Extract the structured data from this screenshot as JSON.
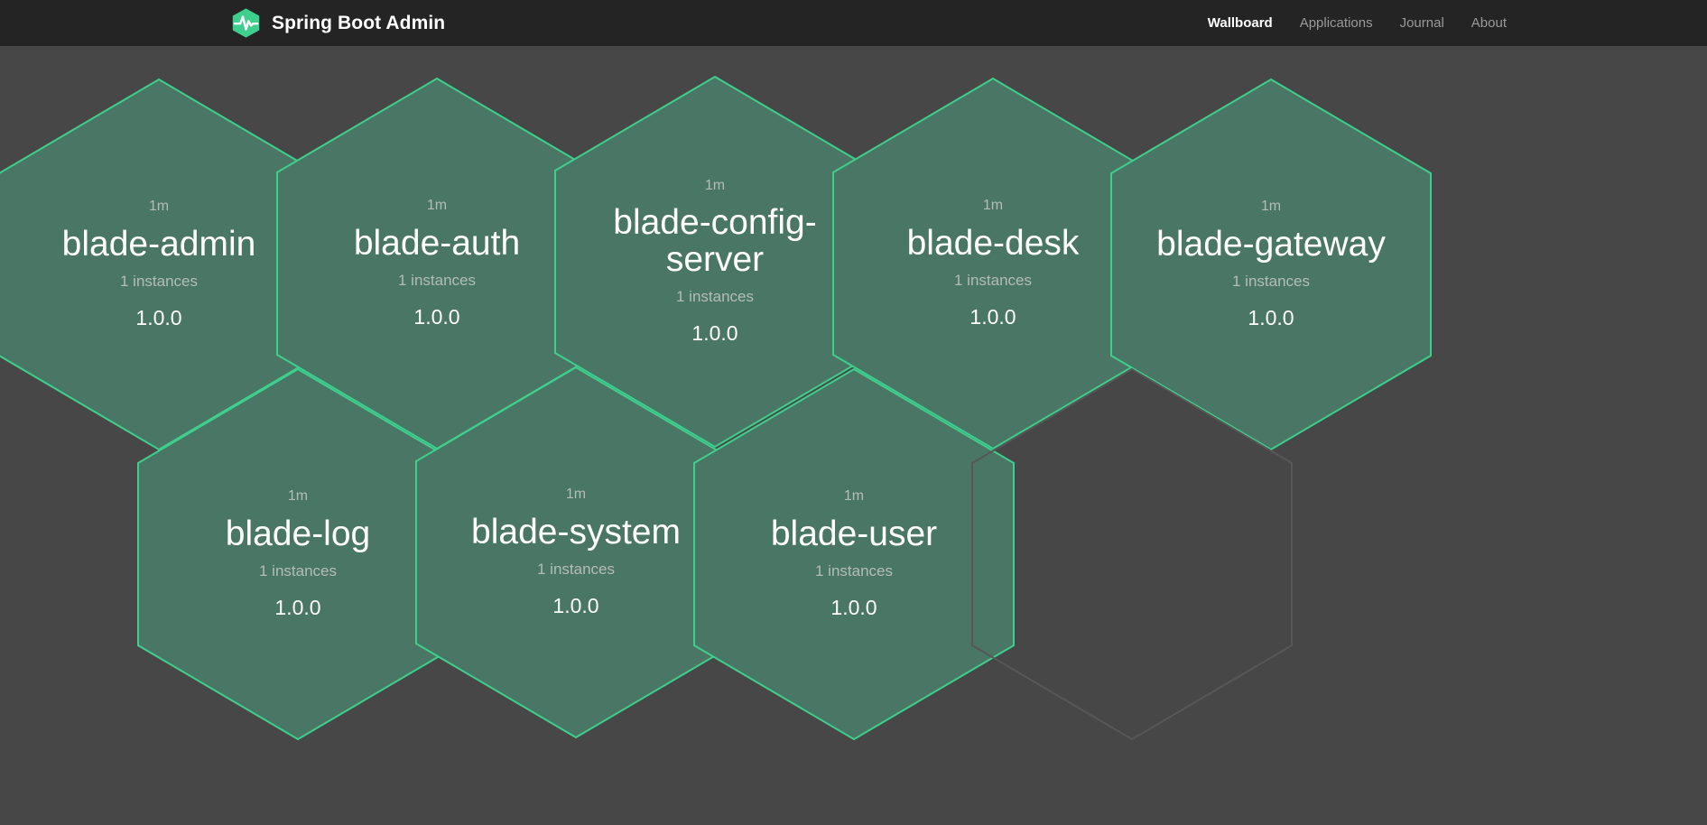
{
  "header": {
    "brand_title": "Spring Boot Admin",
    "logo_icon": "heartbeat-hexagon-logo",
    "logo_color": "#3ecf8e",
    "background": "#242424",
    "nav": [
      {
        "label": "Wallboard",
        "active": true
      },
      {
        "label": "Applications",
        "active": false
      },
      {
        "label": "Journal",
        "active": false
      },
      {
        "label": "About",
        "active": false
      }
    ]
  },
  "wallboard": {
    "background": "#474747",
    "hex_fill": "#4a7665",
    "hex_border": "#3ecf8e",
    "empty_hex_border": "#575757",
    "applications": [
      {
        "age": "1m",
        "name": "blade-admin",
        "instances": "1 instances",
        "version": "1.0.0"
      },
      {
        "age": "1m",
        "name": "blade-auth",
        "instances": "1 instances",
        "version": "1.0.0"
      },
      {
        "age": "1m",
        "name": "blade-config-server",
        "instances": "1 instances",
        "version": "1.0.0"
      },
      {
        "age": "1m",
        "name": "blade-desk",
        "instances": "1 instances",
        "version": "1.0.0"
      },
      {
        "age": "1m",
        "name": "blade-gateway",
        "instances": "1 instances",
        "version": "1.0.0"
      },
      {
        "age": "1m",
        "name": "blade-log",
        "instances": "1 instances",
        "version": "1.0.0"
      },
      {
        "age": "1m",
        "name": "blade-system",
        "instances": "1 instances",
        "version": "1.0.0"
      },
      {
        "age": "1m",
        "name": "blade-user",
        "instances": "1 instances",
        "version": "1.0.0"
      }
    ]
  }
}
